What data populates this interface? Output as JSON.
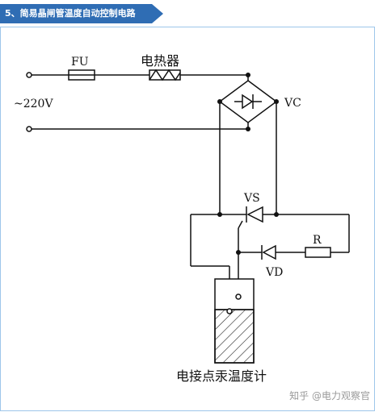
{
  "header": {
    "title": "5、简易晶闸管温度自动控制电路",
    "color": "#2f6db4"
  },
  "labels": {
    "fuse": "FU",
    "heater": "电热器",
    "supply": "~220V",
    "bridge": "VC",
    "thyristor": "VS",
    "diode": "VD",
    "resistor": "R",
    "thermometer": "电接点汞温度计"
  },
  "watermark": "知乎 @电力观察官"
}
